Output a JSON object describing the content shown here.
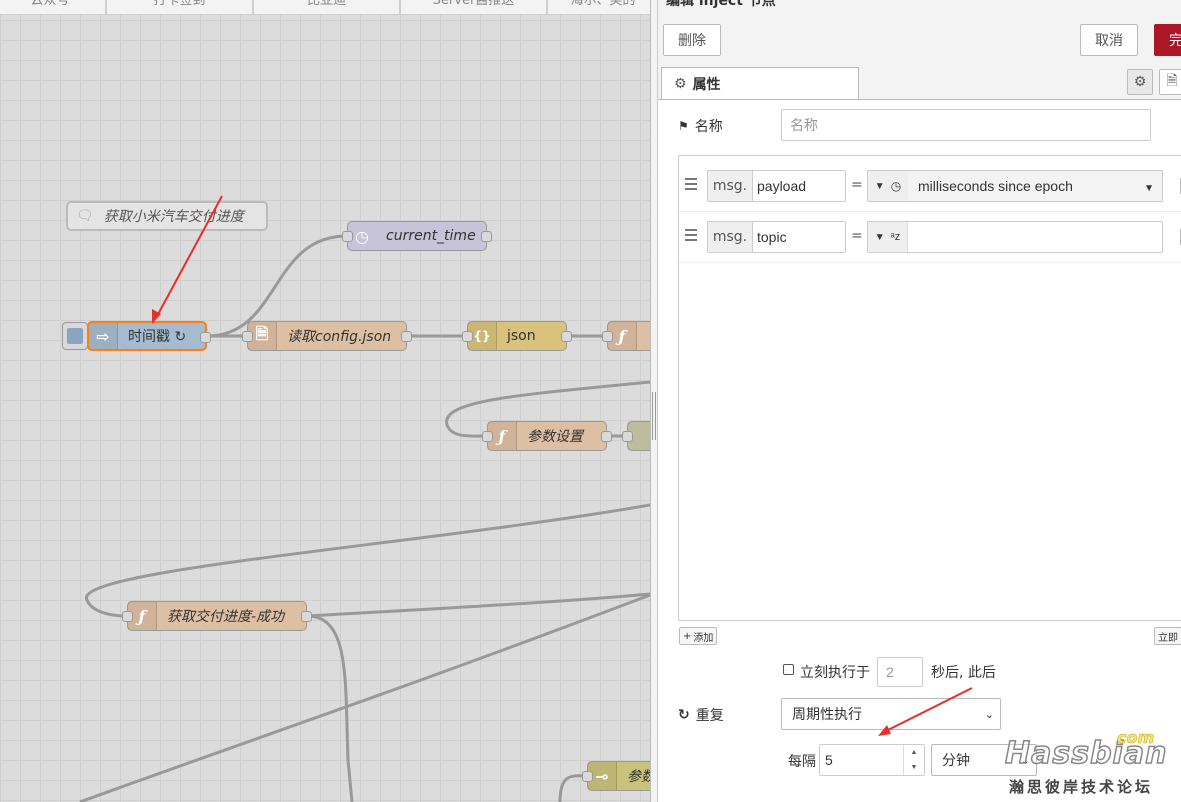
{
  "workspace": {
    "tabs": [
      "云众号",
      "打卡签到",
      "比亚迪",
      "Server酱推送",
      "海尔、美的"
    ],
    "comment": "获取小米汽车交付进度",
    "nodes": {
      "inject": "时间戳 ↻",
      "current_time": "current_time",
      "read_config": "读取config.json",
      "json": "json",
      "param_set": "参数设置",
      "get_progress": "获取交付进度-成功",
      "param_bottom": "参数"
    }
  },
  "tray": {
    "title": "编辑 inject 节点",
    "delete_label": "删除",
    "cancel_label": "取消",
    "done_label": "完成",
    "properties_tab": "属性",
    "name_label": "名称",
    "name_placeholder": "名称",
    "props": [
      {
        "prefix": "msg.",
        "key": "payload",
        "type_value": "milliseconds since epoch"
      },
      {
        "prefix": "msg.",
        "key": "topic",
        "type_value": ""
      }
    ],
    "add_label": "添加",
    "inject_now_label": "立即",
    "once_label": "立刻执行于",
    "once_delay": "2",
    "once_suffix": "秒后, 此后",
    "repeat_label": "重复",
    "repeat_value": "周期性执行",
    "every_label": "每隔",
    "every_value": "5",
    "unit_value": "分钟"
  },
  "watermark": {
    "brand": "Hassbian",
    "com": "com",
    "subtitle": "瀚思彼岸技术论坛"
  },
  "colors": {
    "accent": "#ad1625",
    "inject_node": "#a6bbcf",
    "function_node": "#fdd0a2",
    "json_node": "#debd5c",
    "status_node": "#c0c0c0",
    "annotation_arrow": "#e8302a"
  }
}
